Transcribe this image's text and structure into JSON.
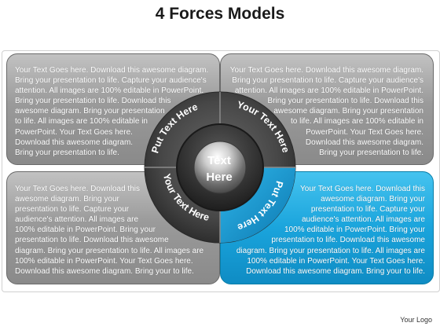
{
  "title": "4 Forces Models",
  "center_text": [
    "Text",
    "Here"
  ],
  "ring_labels": {
    "top_left": "Put Text Here",
    "top_right": "Your Text Here",
    "bottom_left": "Your Text Here",
    "bottom_right": "Put Text Here"
  },
  "panels": {
    "top_left": {
      "lines": [
        "Your Text Goes here. Download this awesome diagram.",
        "Bring your presentation to life. Capture your audience's",
        "attention. All images are 100% editable in PowerPoint.",
        "Bring your presentation to life. Download this",
        "awesome diagram. Bring your presentation",
        "to life. All images are 100% editable in",
        "PowerPoint. Your Text Goes here.",
        "Download this awesome diagram.",
        "Bring your presentation to life."
      ]
    },
    "top_right": {
      "lines": [
        "Your Text Goes here. Download this awesome diagram.",
        "Bring your presentation to life. Capture your audience's",
        "attention. All images are 100% editable in PowerPoint.",
        "Bring your presentation to life. Download this",
        "awesome diagram. Bring your presentation",
        "to life. All images are 100% editable in",
        "PowerPoint. Your Text Goes here.",
        "Download this awesome diagram.",
        "Bring your presentation to life."
      ]
    },
    "bottom_left": {
      "lines": [
        "Your Text Goes here. Download this",
        "awesome diagram. Bring your",
        "presentation to life. Capture your",
        "audience's attention. All images are",
        "100% editable in PowerPoint. Bring your",
        "presentation to life. Download this awesome",
        "diagram. Bring your presentation to life. All images are",
        "100% editable in PowerPoint. Your Text Goes here.",
        "Download this awesome diagram. Bring your to life."
      ]
    },
    "bottom_right": {
      "lines": [
        "Your Text Goes here. Download this",
        "awesome diagram. Bring your",
        "presentation to life. Capture your",
        "audience's attention. All images are",
        "100% editable in PowerPoint. Bring your",
        "presentation to life. Download this awesome",
        "diagram. Bring your presentation to life. All images are",
        "100% editable in PowerPoint. Your Text Goes here.",
        "Download this awesome diagram. Bring your to life."
      ]
    }
  },
  "footer": "Your Logo",
  "colors": {
    "gray_panel": "#9a9a9a",
    "blue_panel": "#1aa4dc",
    "ring_dark": "#3a3a3a",
    "accent_blue": "#0f8cc4"
  }
}
